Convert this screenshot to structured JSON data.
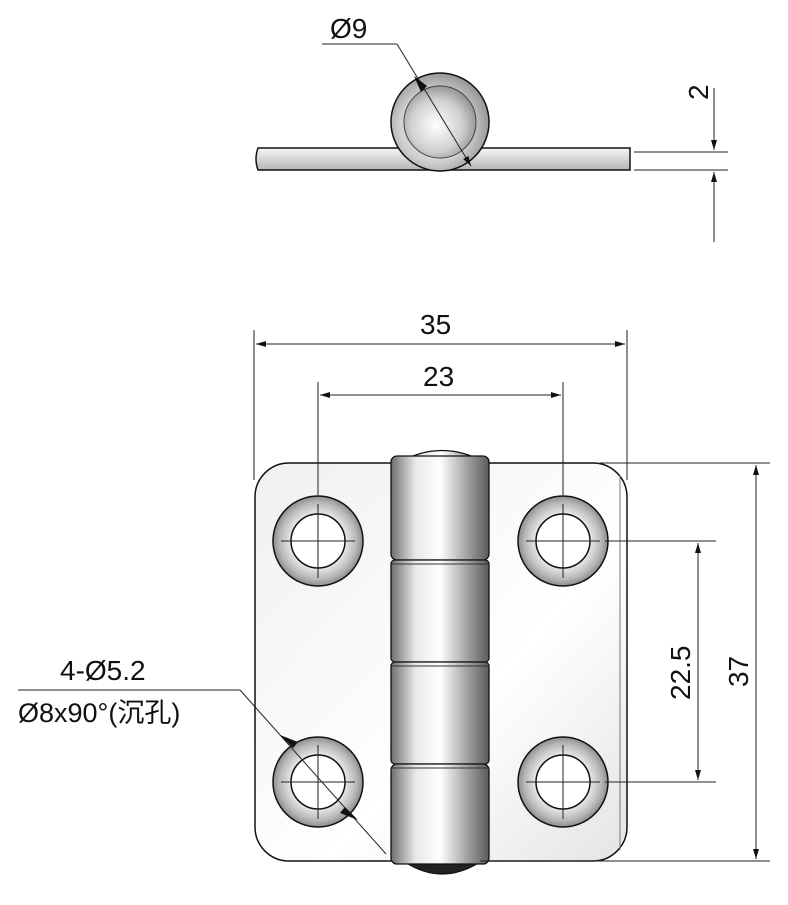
{
  "dimensions": {
    "pin_diameter": "Ø9",
    "thickness": "2",
    "overall_width": "35",
    "hole_spacing_horizontal": "23",
    "hole_spacing_vertical": "22.5",
    "overall_height": "37",
    "hole_callout_line1": "4-Ø5.2",
    "hole_callout_line2": "Ø8x90°(沉孔)"
  },
  "colors": {
    "outline": "#111111",
    "metal_light": "#f4f4f4",
    "metal_dark": "#8a8a8a"
  }
}
